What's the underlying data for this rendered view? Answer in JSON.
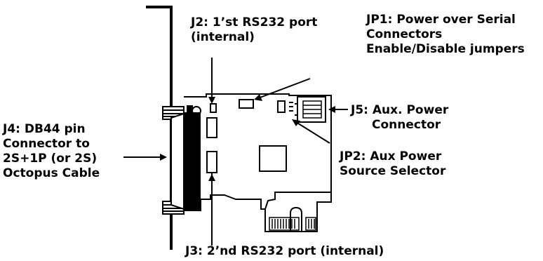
{
  "labels": {
    "j2": [
      "J2: 1’st RS232 port",
      "(internal)"
    ],
    "jp1": [
      "JP1: Power over Serial",
      "Connectors",
      "Enable/Disable jumpers"
    ],
    "j4": [
      "J4: DB44 pin",
      "Connector to",
      "2S+1P (or 2S)",
      "Octopus Cable"
    ],
    "j5": [
      "J5: Aux. Power",
      "Connector"
    ],
    "jp2": [
      "JP2: Aux Power",
      "Source Selector"
    ],
    "j3": [
      "J3: 2’nd RS232 port (internal)"
    ]
  },
  "colors": {
    "ink": "#000000",
    "paper": "#ffffff"
  }
}
